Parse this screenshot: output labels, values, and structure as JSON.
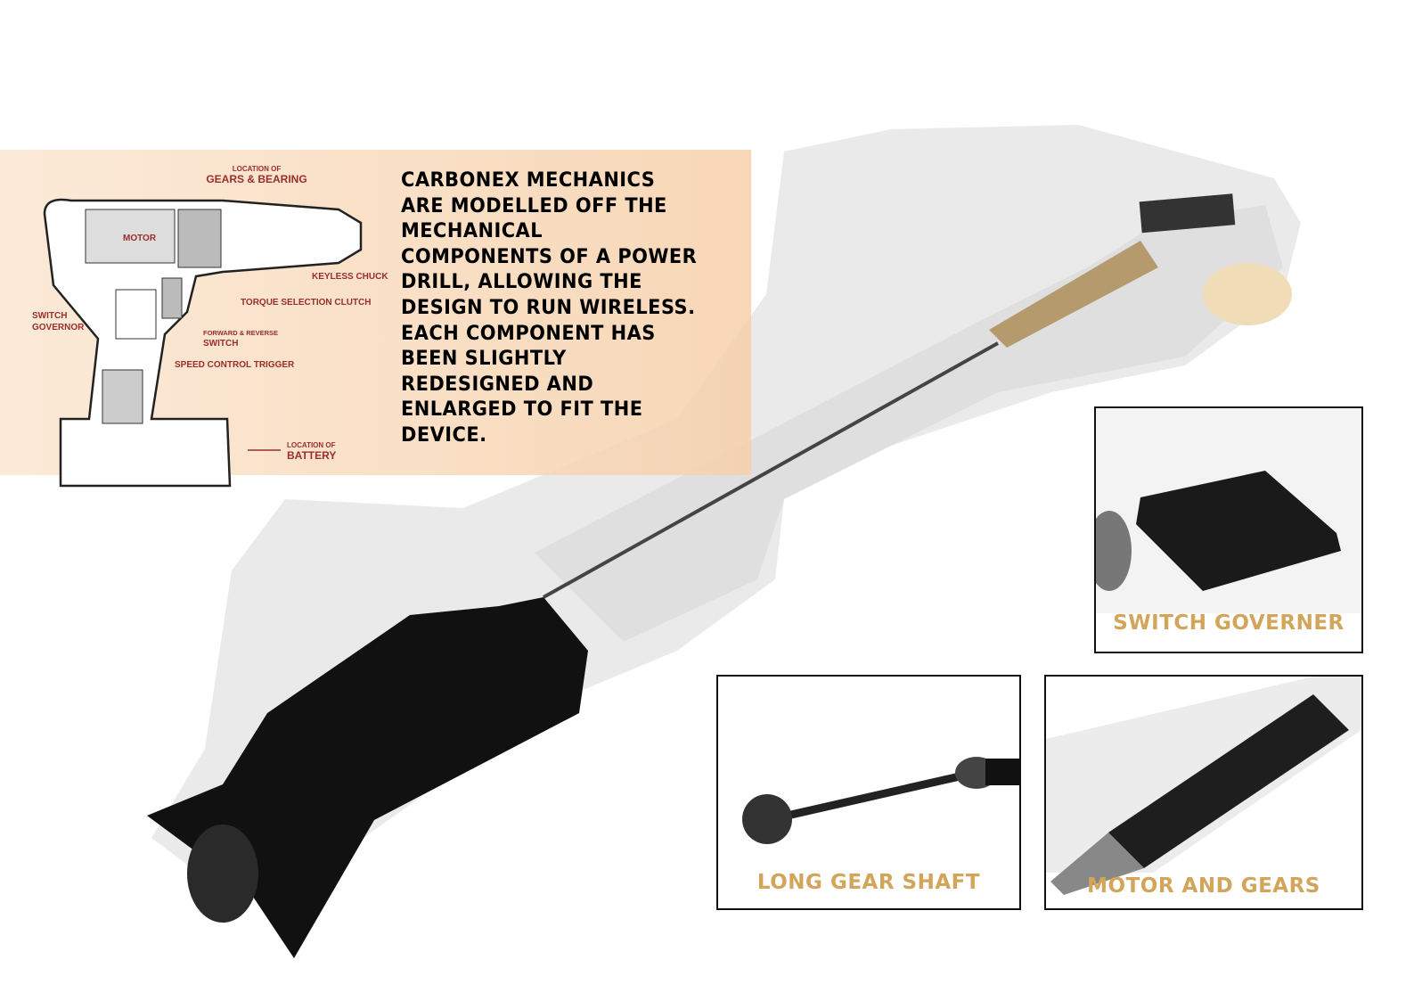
{
  "description": "CARBONEX MECHANICS\nARE MODELLED OFF THE\nMECHANICAL\nCOMPONENTS OF A POWER\nDRILL, ALLOWING THE\nDESIGN TO RUN WIRELESS.\nEACH COMPONENT HAS\nBEEN SLIGHTLY\nREDESIGNED AND\nENLARGED TO FIT THE\nDEVICE.",
  "drill_diagram": {
    "gears_small": "LOCATION OF",
    "gears": "GEARS & BEARING",
    "motor": "MOTOR",
    "keyless_chuck": "KEYLESS CHUCK",
    "torque_clutch": "TORQUE SELECTION CLUTCH",
    "switch_governor_1": "SWITCH",
    "switch_governor_2": "GOVERNOR",
    "fr_switch_small": "FORWARD & REVERSE",
    "fr_switch": "SWITCH",
    "speed_trigger": "SPEED CONTROL TRIGGER",
    "battery_small": "LOCATION OF",
    "battery": "BATTERY"
  },
  "callouts": {
    "switch_governer": "SWITCH GOVERNER",
    "long_gear_shaft": "LONG GEAR SHAFT",
    "motor_and_gears": "MOTOR AND GEARS"
  },
  "colors": {
    "label_red": "#9a2e2a",
    "caption_gold": "#d2a55a"
  }
}
